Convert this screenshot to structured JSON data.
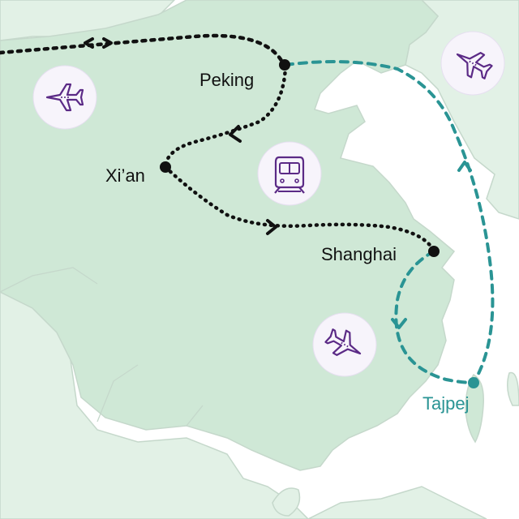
{
  "map": {
    "colors": {
      "sea": "#ffffff",
      "land_main": "#cfe8d6",
      "land_neighbor": "#e2f1e6",
      "border": "#c5d8cb",
      "route_primary": "#111111",
      "route_flight": "#2a9494",
      "badge_bg": "#f7f4fb",
      "badge_icon": "#5b2a86",
      "city_label": "#111111",
      "city_label_highlight": "#2a9494"
    },
    "cities": [
      {
        "id": "peking",
        "label": "Peking"
      },
      {
        "id": "xian",
        "label": "Xi’an"
      },
      {
        "id": "shanghai",
        "label": "Shanghai"
      },
      {
        "id": "tajpej",
        "label": "Tajpej"
      }
    ],
    "routes": [
      {
        "id": "route-west-to-peking",
        "mode": "flight",
        "style": "dotted"
      },
      {
        "id": "route-peking-xian",
        "mode": "train",
        "style": "dotted"
      },
      {
        "id": "route-xian-shanghai",
        "mode": "train",
        "style": "dotted"
      },
      {
        "id": "route-peking-tajpej",
        "mode": "flight",
        "style": "dashed"
      },
      {
        "id": "route-shanghai-tajpej",
        "mode": "flight",
        "style": "dashed"
      }
    ],
    "badges": [
      {
        "id": "plane-west",
        "icon": "airplane-icon"
      },
      {
        "id": "plane-northeast",
        "icon": "airplane-icon"
      },
      {
        "id": "train-center",
        "icon": "train-icon"
      },
      {
        "id": "plane-south",
        "icon": "airplane-icon"
      }
    ]
  }
}
